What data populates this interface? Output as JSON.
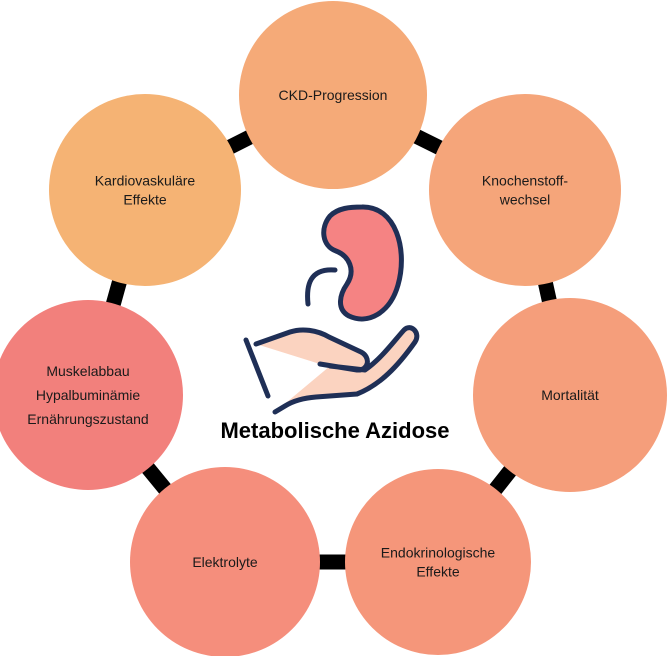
{
  "title": "Metabolische Azidose",
  "center_icon": "kidney-in-hand-icon",
  "ring_color": "#000000",
  "nodes": [
    {
      "id": "ckd",
      "lines": [
        "CKD-Progression"
      ],
      "color": "#f5aa78"
    },
    {
      "id": "knochen",
      "lines": [
        "Knochenstoff-",
        "wechsel"
      ],
      "color": "#f5a57a"
    },
    {
      "id": "mortalitaet",
      "lines": [
        "Mortalität"
      ],
      "color": "#f59e7b"
    },
    {
      "id": "endokrin",
      "lines": [
        "Endokrinologische",
        "Effekte"
      ],
      "color": "#f5967a"
    },
    {
      "id": "elektrolyte",
      "lines": [
        "Elektrolyte"
      ],
      "color": "#f58e7c"
    },
    {
      "id": "muskel",
      "lines": [
        "Muskelabbau",
        "Hypalbuminämie",
        "Ernährungszustand"
      ],
      "color": "#f2807c"
    },
    {
      "id": "kardio",
      "lines": [
        "Kardiovaskuläre",
        "Effekte"
      ],
      "color": "#f5b374"
    }
  ],
  "icon_colors": {
    "kidney": "#f58383",
    "hand": "#fbd3c0",
    "outline": "#1f2f56"
  }
}
